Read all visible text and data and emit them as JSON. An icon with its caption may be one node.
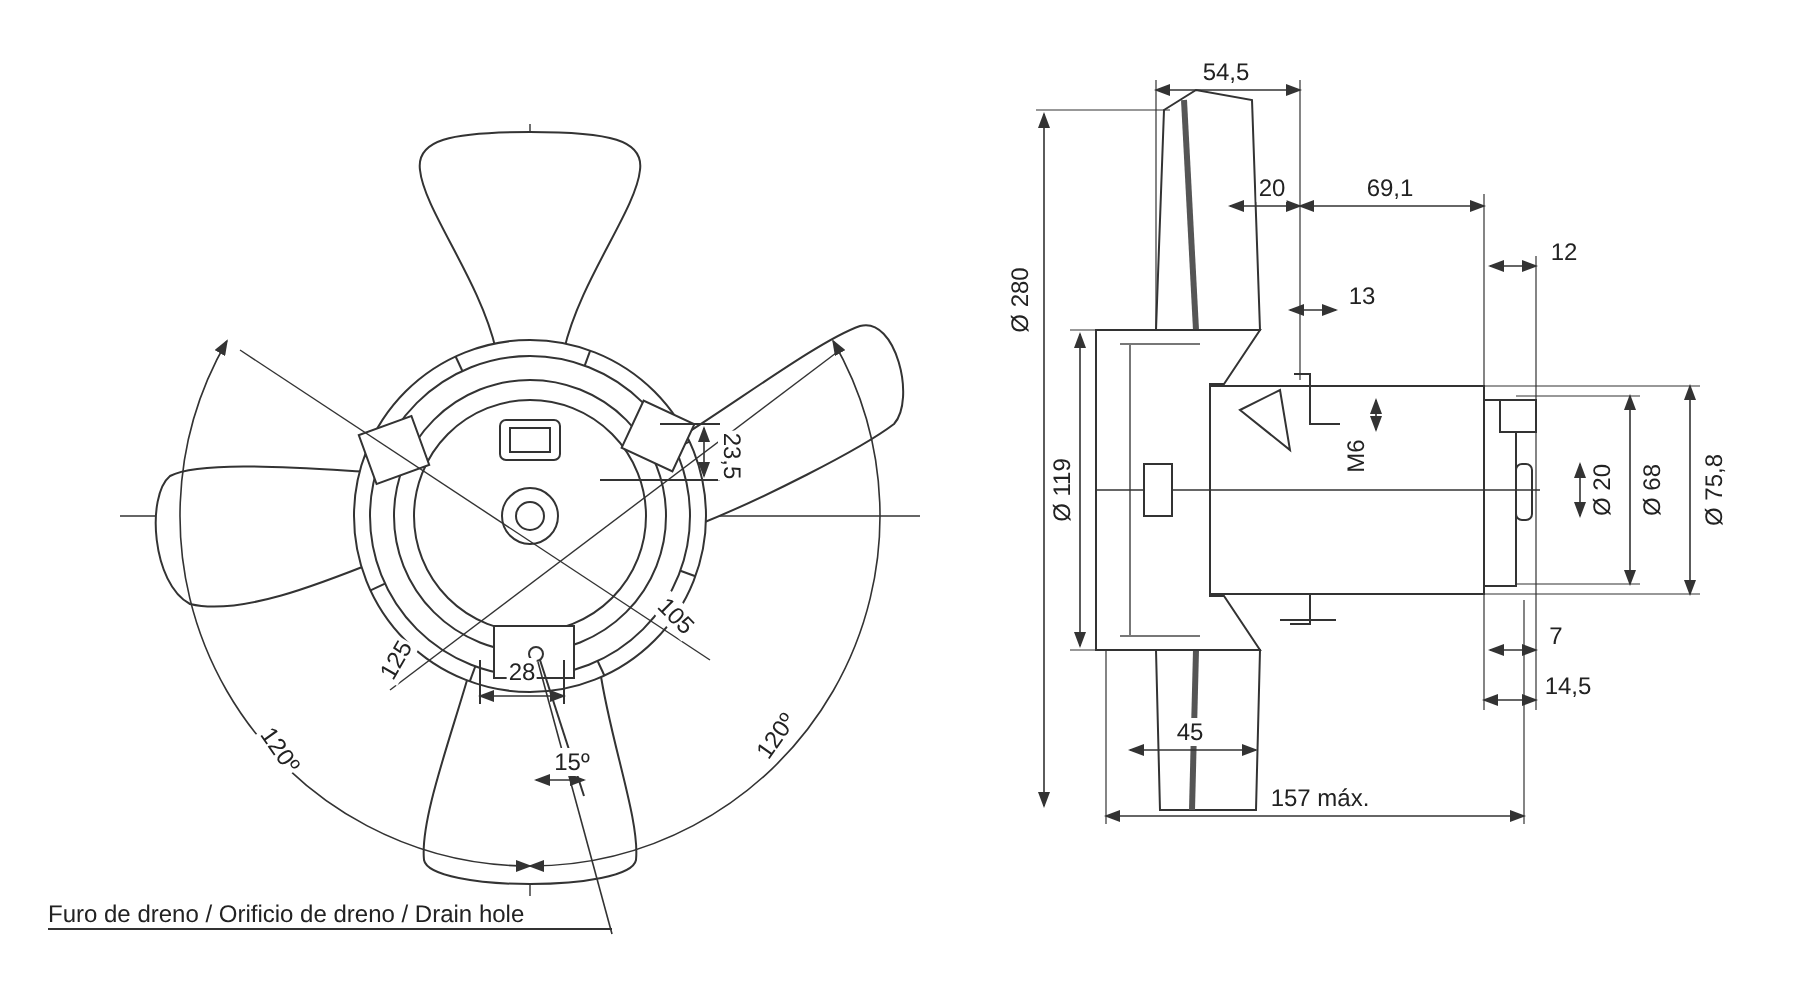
{
  "diagram": {
    "nodes": [
      {
        "text": [
          "Furo de dreno / Orificio de dreno / Drain hole"
        ]
      },
      {
        "text": [],
        "shape": "circle"
      }
    ],
    "edges": [
      {
        "from": 0,
        "to": 1,
        "arrow": "none"
      }
    ],
    "labels": [
      "54,5",
      "Ø 280",
      "20",
      "69,1",
      "12",
      "13",
      "23,5",
      "M6",
      "Ø 119",
      "Ø 20",
      "Ø 68",
      "Ø 75,8",
      "105",
      "125",
      "28",
      "7",
      "120º",
      "120º",
      "14,5",
      "15º",
      "45",
      "157 máx."
    ]
  }
}
